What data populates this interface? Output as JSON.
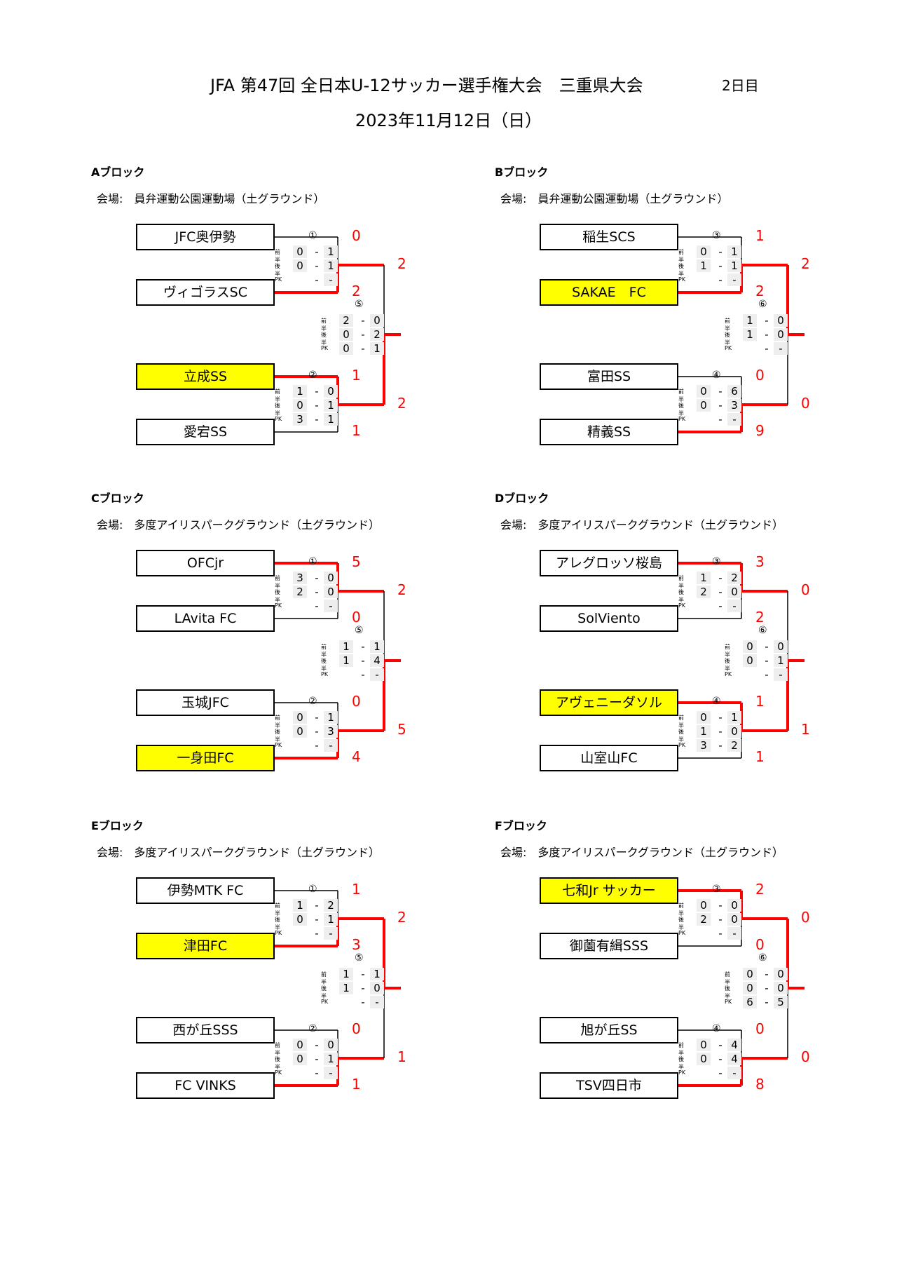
{
  "header": {
    "title": "JFA 第47回 全日本U-12サッカー選手権大会　三重県大会",
    "day": "2日目",
    "date": "2023年11月12日（日）"
  },
  "labels": {
    "first_half": "前半",
    "second_half": "後半",
    "pk": "PK",
    "dash": "-"
  },
  "colors": {
    "winner_line": "#ff0000",
    "winner_fill": "#ffff00"
  },
  "blocks": [
    {
      "name": "Aブロック",
      "venue": "会場:　員弁運動公園運動場（土グラウンド）",
      "teams": [
        "JFC奥伊勢",
        "ヴィゴラスSC",
        "立成SS",
        "愛宕SS"
      ],
      "highlight": [
        false,
        false,
        true,
        false
      ],
      "scores": [
        "0",
        "2",
        "1",
        "1"
      ],
      "semi_scores": [
        "2",
        "2"
      ],
      "m1": {
        "no": "①",
        "zh": [
          "0",
          "1"
        ],
        "kh": [
          "0",
          "1"
        ],
        "pk": [
          "",
          "-"
        ],
        "winner": 1
      },
      "m2": {
        "no": "②",
        "zh": [
          "1",
          "0"
        ],
        "kh": [
          "0",
          "1"
        ],
        "pk": [
          "3",
          "1"
        ],
        "winner": 0
      },
      "m3": {
        "no": "⑤",
        "zh": [
          "2",
          "0"
        ],
        "kh": [
          "0",
          "2"
        ],
        "pk": [
          "0",
          "1"
        ],
        "winner": 1
      }
    },
    {
      "name": "Bブロック",
      "venue": "会場:　員弁運動公園運動場（土グラウンド）",
      "teams": [
        "稲生SCS",
        "SAKAE　FC",
        "富田SS",
        "精義SS"
      ],
      "highlight": [
        false,
        true,
        false,
        false
      ],
      "scores": [
        "1",
        "2",
        "0",
        "9"
      ],
      "semi_scores": [
        "2",
        "0"
      ],
      "m1": {
        "no": "③",
        "zh": [
          "0",
          "1"
        ],
        "kh": [
          "1",
          "1"
        ],
        "pk": [
          "",
          "-"
        ],
        "winner": 1
      },
      "m2": {
        "no": "④",
        "zh": [
          "0",
          "6"
        ],
        "kh": [
          "0",
          "3"
        ],
        "pk": [
          "",
          "-"
        ],
        "winner": 1
      },
      "m3": {
        "no": "⑥",
        "zh": [
          "1",
          "0"
        ],
        "kh": [
          "1",
          "0"
        ],
        "pk": [
          "",
          "-"
        ],
        "winner": 0
      }
    },
    {
      "name": "Cブロック",
      "venue": "会場:　多度アイリスパークグラウンド（土グラウンド）",
      "teams": [
        "OFCjr",
        "LAvita FC",
        "玉城JFC",
        "一身田FC"
      ],
      "highlight": [
        false,
        false,
        false,
        true
      ],
      "scores": [
        "5",
        "0",
        "0",
        "4"
      ],
      "semi_scores": [
        "2",
        "5"
      ],
      "m1": {
        "no": "①",
        "zh": [
          "3",
          "0"
        ],
        "kh": [
          "2",
          "0"
        ],
        "pk": [
          "",
          "-"
        ],
        "winner": 0
      },
      "m2": {
        "no": "②",
        "zh": [
          "0",
          "1"
        ],
        "kh": [
          "0",
          "3"
        ],
        "pk": [
          "",
          "-"
        ],
        "winner": 1
      },
      "m3": {
        "no": "⑤",
        "zh": [
          "1",
          "1"
        ],
        "kh": [
          "1",
          "4"
        ],
        "pk": [
          "",
          "-"
        ],
        "winner": 1
      }
    },
    {
      "name": "Dブロック",
      "venue": "会場:　多度アイリスパークグラウンド（土グラウンド）",
      "teams": [
        "アレグロッソ桜島",
        "SolViento",
        "アヴェニーダソル",
        "山室山FC"
      ],
      "highlight": [
        false,
        false,
        true,
        false
      ],
      "scores": [
        "3",
        "2",
        "1",
        "1"
      ],
      "semi_scores": [
        "0",
        "1"
      ],
      "m1": {
        "no": "③",
        "zh": [
          "1",
          "2"
        ],
        "kh": [
          "2",
          "0"
        ],
        "pk": [
          "",
          "-"
        ],
        "winner": 0
      },
      "m2": {
        "no": "④",
        "zh": [
          "0",
          "1"
        ],
        "kh": [
          "1",
          "0"
        ],
        "pk": [
          "3",
          "2"
        ],
        "winner": 0
      },
      "m3": {
        "no": "⑥",
        "zh": [
          "0",
          "0"
        ],
        "kh": [
          "0",
          "1"
        ],
        "pk": [
          "",
          "-"
        ],
        "winner": 1
      }
    },
    {
      "name": "Eブロック",
      "venue": "会場:　多度アイリスパークグラウンド（土グラウンド）",
      "teams": [
        "伊勢MTK FC",
        "津田FC",
        "西が丘SSS",
        "FC VINKS"
      ],
      "highlight": [
        false,
        true,
        false,
        false
      ],
      "scores": [
        "1",
        "3",
        "0",
        "1"
      ],
      "semi_scores": [
        "2",
        "1"
      ],
      "m1": {
        "no": "①",
        "zh": [
          "1",
          "2"
        ],
        "kh": [
          "0",
          "1"
        ],
        "pk": [
          "",
          "-"
        ],
        "winner": 1
      },
      "m2": {
        "no": "②",
        "zh": [
          "0",
          "0"
        ],
        "kh": [
          "0",
          "1"
        ],
        "pk": [
          "",
          "-"
        ],
        "winner": 1
      },
      "m3": {
        "no": "⑤",
        "zh": [
          "1",
          "1"
        ],
        "kh": [
          "1",
          "0"
        ],
        "pk": [
          "",
          "-"
        ],
        "winner": 0
      }
    },
    {
      "name": "Fブロック",
      "venue": "会場:　多度アイリスパークグラウンド（土グラウンド）",
      "teams": [
        "七和Jr サッカー",
        "御薗有緝SSS",
        "旭が丘SS",
        "TSV四日市"
      ],
      "highlight": [
        true,
        false,
        false,
        false
      ],
      "scores": [
        "2",
        "0",
        "0",
        "8"
      ],
      "semi_scores": [
        "0",
        "0"
      ],
      "m1": {
        "no": "③",
        "zh": [
          "0",
          "0"
        ],
        "kh": [
          "2",
          "0"
        ],
        "pk": [
          "",
          "-"
        ],
        "winner": 0
      },
      "m2": {
        "no": "④",
        "zh": [
          "0",
          "4"
        ],
        "kh": [
          "0",
          "4"
        ],
        "pk": [
          "",
          "-"
        ],
        "winner": 1
      },
      "m3": {
        "no": "⑥",
        "zh": [
          "0",
          "0"
        ],
        "kh": [
          "0",
          "0"
        ],
        "pk": [
          "6",
          "5"
        ],
        "winner": 0
      }
    }
  ]
}
